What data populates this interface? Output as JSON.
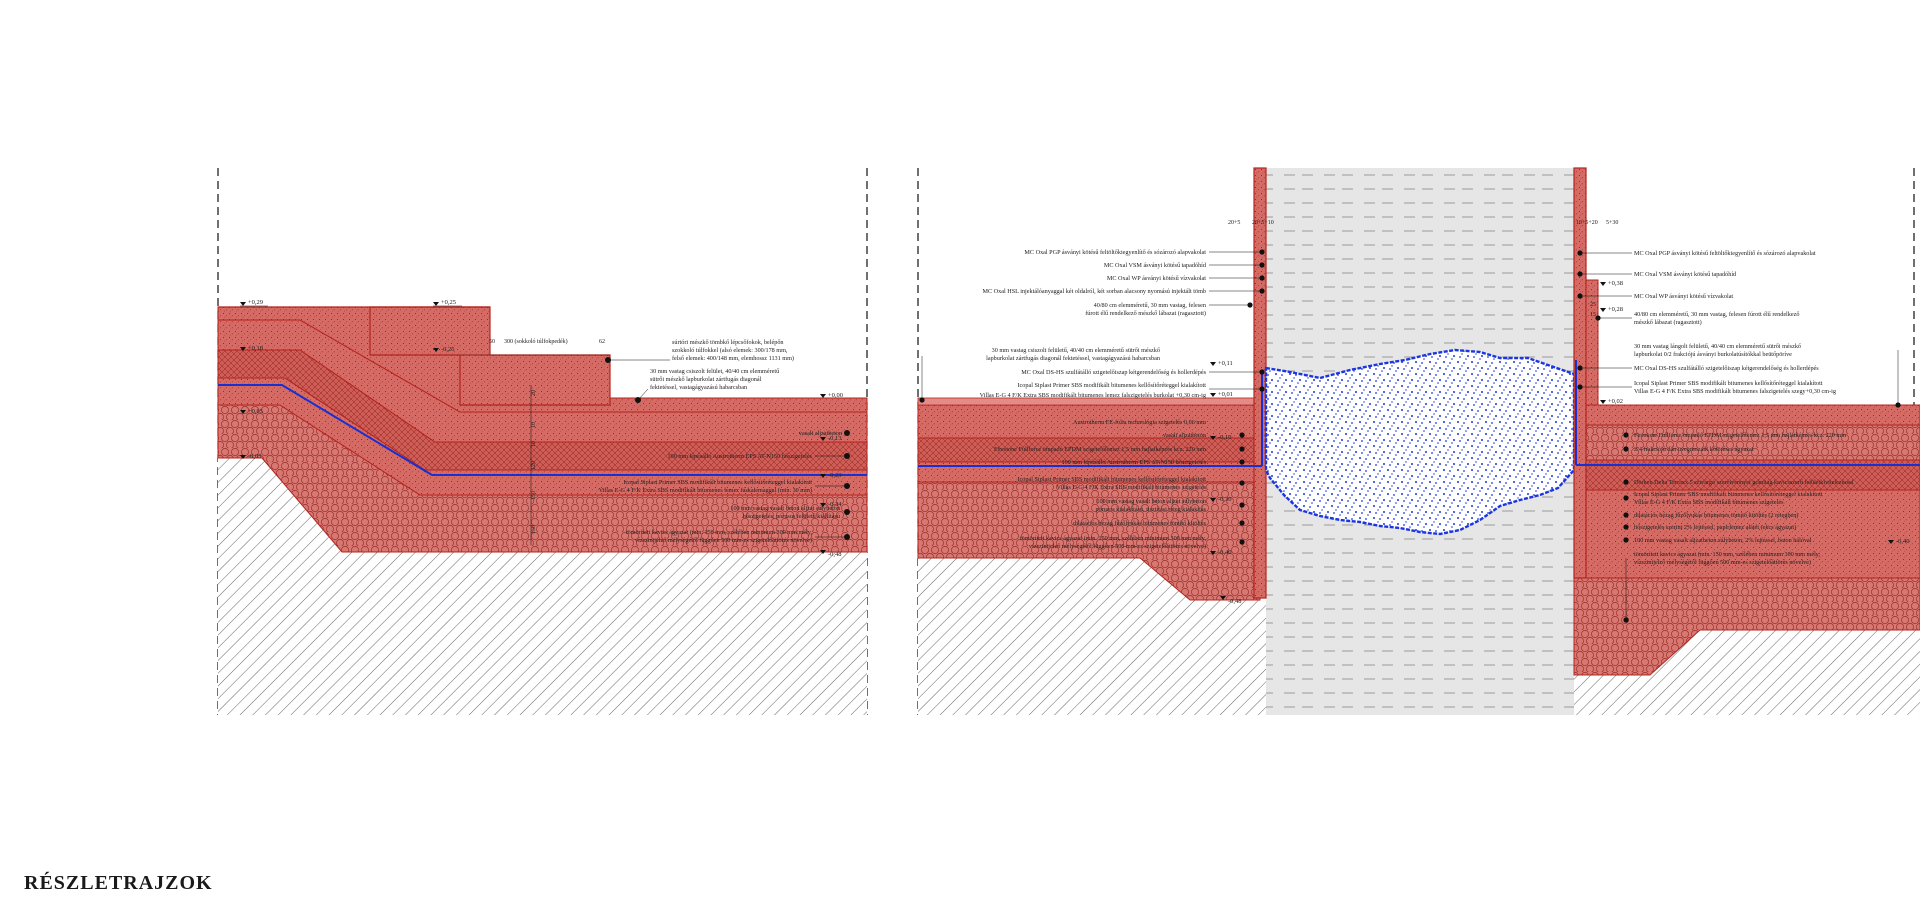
{
  "page": {
    "title": "RÉSZLETRAJZOK"
  },
  "colors": {
    "brick": "#d66a64",
    "gravel": "#d77873",
    "insulation": "#cf5d57",
    "line_red": "#b4241e",
    "membrane": "#1a2fd0",
    "water_dots": "#1b35e0",
    "pond_grey": "#e6e6e6",
    "soil_hatch": "#666666"
  },
  "left_detail": {
    "levels": [
      "+0,29",
      "+0,25",
      "+0,18",
      "+0,05",
      "-0,05",
      "-0,25",
      "+0,00",
      "-0,13",
      "-0,23",
      "-0,34",
      "-0,48"
    ],
    "step_dims": {
      "riser": "50",
      "tread": "300 (sokkoló túlfokpedék)",
      "nose": "62"
    },
    "dim_vertical": [
      "20",
      "10",
      "10",
      "120",
      "150",
      "150"
    ],
    "labels": [
      "súrtóri mészkő tömbkő lépcsőfokok, belépőn",
      "szokkoló túlfokkel (alsó elemek: 300/178 mm,",
      "felső elemek: 400/148 mm, elemhossz 1131 mm)",
      "30 mm vastag csiszolt felület, 40/40 cm elemméretű",
      "sütrői mészkő lapburkolat zártfugás diagonál",
      "fektetéssel, vastagágyazású habarcsban",
      "vasalt aljzatbeton",
      "100 mm lépésálló Austrotherm EPS AT-N150 hőszigetelés",
      "Icopal Siplast Primer SBS modifikált bitumenes kellősítőréteggel kialakított",
      "Villas E-G 4 F/K Extra SBS modifikált bitumenes lemez fáskalemaggal (min. 30 mm)",
      "100 mm vastag vasalt beton aljzat súlybeton",
      "hőszigetelés, pórusos felületű kiállítású",
      "tömörített kavics ágyazat (min. 150 mm, szélében minimum 300 mm mély,",
      "vízszintjelző mélységétől függően 500 mm-es szigetelőáttörés növelve)"
    ]
  },
  "middle_detail": {
    "levels": [
      "+0,11",
      "+0,01",
      "-0,10",
      "-0,30",
      "-0,40",
      "-0,48"
    ],
    "dims_top": [
      "20+5",
      "20+5+10"
    ],
    "labels": [
      "MC Oxal PGP ásványi kötésű feltöltőkiegyenlítő és sózározó alapvakolat",
      "MC Oxal VSM ásványi kötésű tapadóhíd",
      "MC Oxal WP ásványi kötésű vízvakolat",
      "MC Oxal HSL injektálóanyaggal két oldalról, két sorban alacsony nyomású injektált tömb",
      "40/80 cm elemméretű, 30 mm vastag, felesen",
      "fúrott élű rendelkező mészkő lábazat (ragasztott)",
      "30 mm vastag csiszolt felületű, 40/40 cm elemméretű sütrői mészkő",
      "lapburkolat zártfugás diagonál fektetéssel, vastagágyazású habarcsban",
      "MC Oxal DS-HS szulfátálló szigetelőiszap kétgerendelőség és hollerdépés",
      "Icopal Siplast Primer SBS modifikált bitumenes kellősítőréteggel kialakított",
      "Villas E-G 4 F/K Extra SBS modifikált bitumenes lemez falszigetelés burkolat +0,30 cm-ig",
      "Austrotherm FE-folia technológia szigetelés 0,06 mm",
      "vasalt aljzatbeton",
      "Firestone Fullforce ömpadó EPDM szigetelőlemez 1,5 mm hajlatképzés kcz. 220 mm",
      "100 mm lépésálló Austrotherm EPS AT-N150 hőszigetelés",
      "Icopal Siplast Primer SBS modifikált bitumenes kellősítőréteggel kialakított",
      "Villas E-G 4 F/K Extra SBS modifikált bitumenes szigetelés",
      "100 mm vastag vasalt beton aljzat súlybeton",
      "pórusos kialakítású, tisztítási réteg kialakítás",
      "dilatációs hézag fűzőlyukás bitumenes tömítő kitöltés",
      "tömörített kavics ágyazat (min. 150 mm, szélében minimum 300 mm mély,",
      "vízszintjelző mélységétől függően 500 mm-es szigetelőáttörés növelve)"
    ]
  },
  "right_detail": {
    "levels": [
      "+0,38",
      "+0,28",
      "+0,02",
      "-0,40"
    ],
    "dims_top": [
      "10+5+20",
      "5+30"
    ],
    "dims_side": [
      "25",
      "15"
    ],
    "labels": [
      "MC Oxal PGP ásványi kötésű feltöltőkiegyenlítő és sózározó alapvakolat",
      "MC Oxal VSM ásványi kötésű tapadóhíd",
      "MC Oxal WP ásványi kötésű vízvakolat",
      "40/80 cm elemméretű, 30 mm vastag, felesen fúrott élű rendelkező",
      "mészkő lábazat (ragasztott)",
      "30 mm vastag lángolt felületű, 40/40 cm elemméretű sütrői mészkő",
      "lapburkolat 0/2 frakciójú ásványi burkolatúsítókkal beütőpöríve",
      "MC Oxal DS-HS szulfátálló szigetelőiszap kétgerendelőség és hollerdépés",
      "Icopal Siplast Primer SBS modifikált bitumenes kellősítőréteggel kialakított",
      "Villas E-G 4 F/K Extra SBS modifikált bitumenes falszigetelés szegy+0,30 cm-ig",
      "Firestone Fullforce ömpadó EPDM szigetelőlemez 1,5 mm hajlatképzés kcz. 220 mm",
      "2/4 frakciójú dán üvegmozaik kőtöréses ágyazat",
      "Dörken Delta Terraxx 5 szivárgó szerelvénnyel gránitág kavicsszerű felületkivitelezéssel",
      "Icopal Siplast Primer SBS modifikált bitumenes kellősítőréteggel kialakított",
      "Villas E-G 4 F/K Extra SBS modifikált bitumenes szigetelés",
      "dilatációs hézag fűzőlyukás bitumenes tömítő kitöltés (2 rétegben)",
      "hőszigetelés szerint 2% lejtéssel, papírlemez alátét (ekcs ágyazat)",
      "100 mm vastag vasalt aljzatbeton súlybeton, 2% lejtéssel, beton hálóval",
      "tömörített kavics ágyazat (min. 150 mm, szélében minimum 300 mm mély,",
      "vízszintjelző mélységétől függően 500 mm-es szigetelőáttörés növelve)"
    ]
  }
}
